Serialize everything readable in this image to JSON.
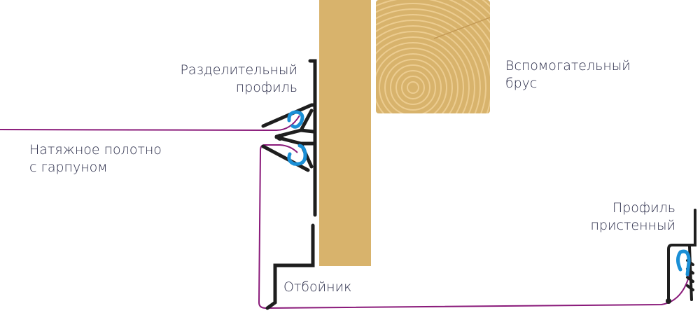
{
  "labels": {
    "divider_profile": [
      "Разделительный",
      "профиль"
    ],
    "auxiliary_beam": [
      "Вспомогательный",
      "брус"
    ],
    "stretch_canvas": [
      "Натяжное полотно",
      "с гарпуном"
    ],
    "wall_profile": [
      "Профиль",
      "пристенный"
    ],
    "bumper": "Отбойник"
  },
  "colors": {
    "wood": "#d8b36c",
    "wood_ring": "#e9c98d",
    "profile": "#1e1e1e",
    "canvas_line": "#8a1a7a",
    "harpoon": "#1a8fd6",
    "text": "#2b2d4a"
  }
}
